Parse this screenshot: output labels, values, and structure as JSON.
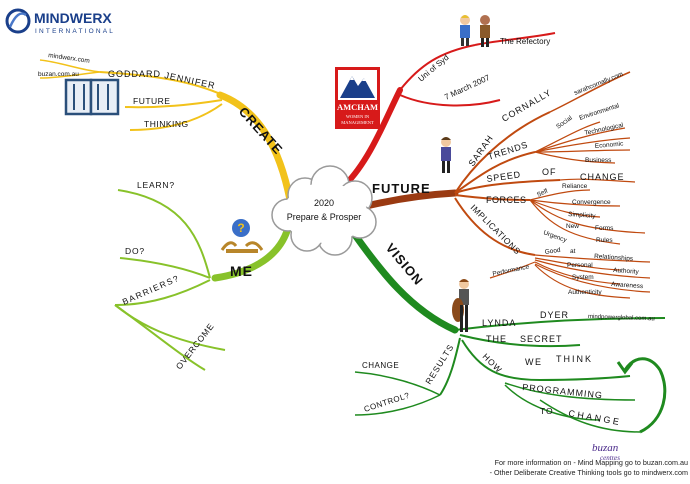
{
  "logo": {
    "name": "MINDWERX",
    "sub": "INTERNATIONAL"
  },
  "center": {
    "year": "2020",
    "title": "Prepare & Prosper"
  },
  "create": {
    "label": "CREATE",
    "goddard": "GODDARD",
    "jennifer": "JENNIFER",
    "site1": "mindwerx.com",
    "site2": "buzan.com.au",
    "future": "FUTURE",
    "thinking": "THINKING"
  },
  "amcham": {
    "name": "AMCHAM",
    "line1": "WOMEN IN",
    "line2": "MANAGEMENT",
    "uni": "Uni of Syd",
    "refectory": "The Refectory",
    "date": "7 March 2007"
  },
  "future": {
    "label": "FUTURE",
    "sarah": "SARAH",
    "cornally": "CORNALLY",
    "site": "sarahcornally.com",
    "trends": "TRENDS",
    "social": "Social",
    "environmental": "Environmental",
    "technological": "Technological",
    "economic": "Economic",
    "business": "Business",
    "speed": "SPEED",
    "of": "OF",
    "change": "CHANGE",
    "forces": "FORCES",
    "self": "Self",
    "reliance": "Reliance",
    "convergence": "Convergence",
    "simplicity": "Simplicity",
    "new": "New",
    "forms": "Forms",
    "urgency": "Urgency",
    "rules": "Rules",
    "implications": "IMPLICATIONS",
    "good": "Good",
    "at": "at",
    "relationships": "Relationships",
    "performance": "Performance",
    "personal": "Personal",
    "authority": "Authority",
    "system": "System",
    "awareness": "Awareness",
    "authenticity": "Authenticity"
  },
  "me": {
    "label": "ME",
    "learn": "LEARN?",
    "do": "DO?",
    "barriers": "BARRIERS?",
    "overcome": "OVERCOME"
  },
  "vision": {
    "label": "VISION",
    "lynda": "LYNDA",
    "dyer": "DYER",
    "site": "mindpowerglobal.com.au",
    "the": "THE",
    "secret": "SECRET",
    "results": "RESULTS",
    "change": "CHANGE",
    "control": "CONTROL?",
    "how": "HOW",
    "we": "WE",
    "think": "THINK",
    "programming": "PROGRAMMING",
    "to": "TO",
    "change2": "CHANGE"
  },
  "buzan": {
    "name": "buzan",
    "sub": "centres"
  },
  "footer": {
    "line1": "For more information on - Mind Mapping go to buzan.com.au",
    "line2": "- Other Deliberate Creative Thinking tools go to mindwerx.com"
  },
  "colors": {
    "create": "#f2c21a",
    "red": "#d71a1a",
    "future": "#9a3a12",
    "me": "#88c22a",
    "vision": "#1f8a1f",
    "logo": "#1a3f8a"
  }
}
